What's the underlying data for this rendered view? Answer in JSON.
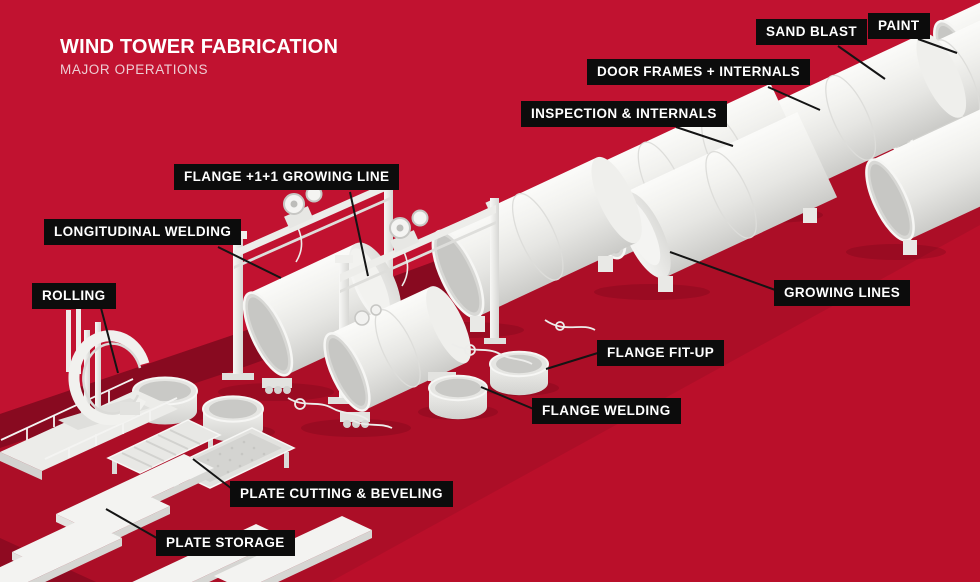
{
  "header": {
    "title": "WIND TOWER FABRICATION",
    "subtitle": "MAJOR OPERATIONS"
  },
  "labels": [
    {
      "id": "rolling",
      "text": "ROLLING"
    },
    {
      "id": "longitudinal-welding",
      "text": "LONGITUDINAL WELDING"
    },
    {
      "id": "flange-growing-line",
      "text": "FLANGE +1+1 GROWING LINE"
    },
    {
      "id": "inspection-internals",
      "text": "INSPECTION & INTERNALS"
    },
    {
      "id": "door-frames-internals",
      "text": "DOOR FRAMES + INTERNALS"
    },
    {
      "id": "sand-blast",
      "text": "SAND BLAST"
    },
    {
      "id": "paint",
      "text": "PAINT"
    },
    {
      "id": "growing-lines",
      "text": "GROWING LINES"
    },
    {
      "id": "flange-fit-up",
      "text": "FLANGE FIT-UP"
    },
    {
      "id": "flange-welding",
      "text": "FLANGE WELDING"
    },
    {
      "id": "plate-cutting-beveling",
      "text": "PLATE CUTTING & BEVELING"
    },
    {
      "id": "plate-storage",
      "text": "PLATE STORAGE"
    }
  ],
  "colors": {
    "background": "#C11230",
    "floor": "#AC0E27",
    "floor_shadow": "#880A20",
    "floor_bright": "#BA0F2A",
    "floor_corner": "#8F0A21",
    "label_bg": "#0C0C0C",
    "label_text": "#FFFFFF",
    "leader_line": "#141414",
    "machine_white": "#F1F1EF",
    "title_color": "#FFFFFF",
    "subtitle_color": "#EDCDD3"
  }
}
